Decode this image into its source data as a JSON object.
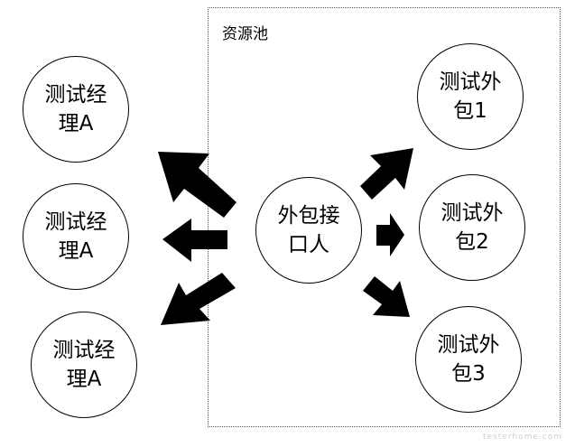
{
  "pool": {
    "label": "资源池"
  },
  "center": {
    "label": "外包接口人"
  },
  "managers": [
    {
      "label": "测试经理A"
    },
    {
      "label": "测试经理A"
    },
    {
      "label": "测试经理A"
    }
  ],
  "outsourcers": [
    {
      "label": "测试外包1"
    },
    {
      "label": "测试外包2"
    },
    {
      "label": "测试外包3"
    }
  ],
  "watermark": "testerhome.com",
  "colors": {
    "line": "#000000",
    "arrow": "#000000",
    "background": "#ffffff",
    "pool_border": "#555555"
  }
}
